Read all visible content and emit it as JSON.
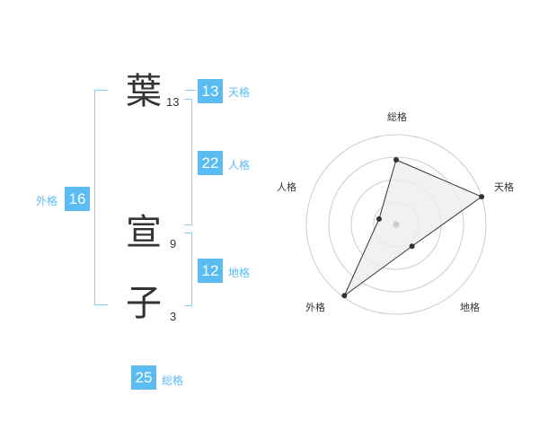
{
  "name": {
    "chars": [
      {
        "char": "葉",
        "strokes": "13"
      },
      {
        "char": "宣",
        "strokes": "9"
      },
      {
        "char": "子",
        "strokes": "3"
      }
    ]
  },
  "fortune": {
    "tenkaku": {
      "value": "13",
      "label": "天格"
    },
    "jinkaku": {
      "value": "22",
      "label": "人格"
    },
    "chikaku": {
      "value": "12",
      "label": "地格"
    },
    "gaikaku": {
      "value": "16",
      "label": "外格"
    },
    "soukaku": {
      "value": "25",
      "label": "総格"
    }
  },
  "radar": {
    "axes": [
      "総格",
      "天格",
      "地格",
      "外格",
      "人格"
    ],
    "values": [
      0.72,
      1.0,
      0.3,
      0.98,
      0.2
    ],
    "rings": 4,
    "colors": {
      "grid": "#cccccc",
      "fill": "#eeeeee",
      "line": "#333333",
      "center": "#cccccc"
    }
  }
}
